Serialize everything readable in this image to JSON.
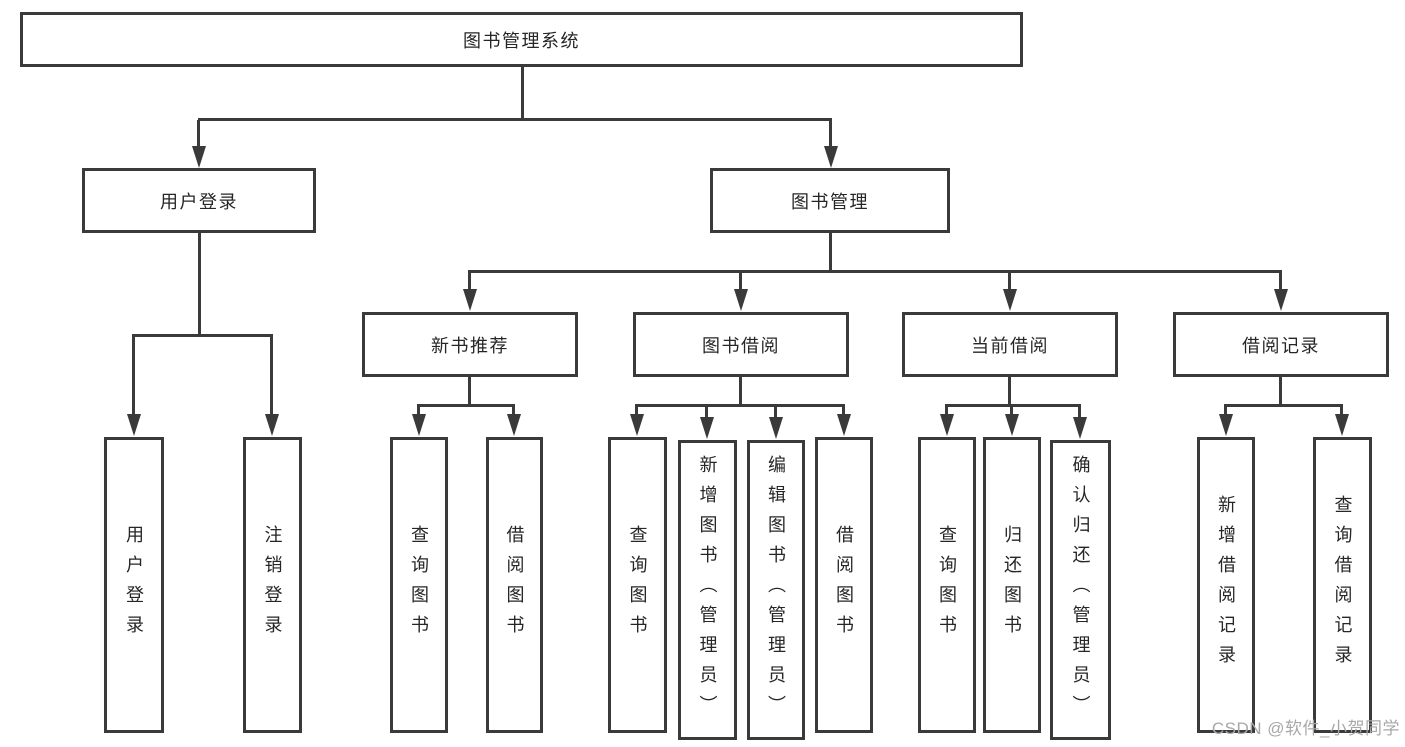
{
  "diagram": {
    "title": "图书管理系统",
    "level2": [
      {
        "label": "用户登录"
      },
      {
        "label": "图书管理"
      }
    ],
    "level3": [
      {
        "label": "新书推荐",
        "parent": "图书管理"
      },
      {
        "label": "图书借阅",
        "parent": "图书管理"
      },
      {
        "label": "当前借阅",
        "parent": "图书管理"
      },
      {
        "label": "借阅记录",
        "parent": "图书管理"
      }
    ],
    "leaves": [
      {
        "label": "用户登录",
        "parent": "用户登录"
      },
      {
        "label": "注销登录",
        "parent": "用户登录"
      },
      {
        "label": "查询图书",
        "parent": "新书推荐"
      },
      {
        "label": "借阅图书",
        "parent": "新书推荐"
      },
      {
        "label": "查询图书",
        "parent": "图书借阅"
      },
      {
        "label": "新增图书（管理员）",
        "parent": "图书借阅"
      },
      {
        "label": "编辑图书（管理员）",
        "parent": "图书借阅"
      },
      {
        "label": "借阅图书",
        "parent": "图书借阅"
      },
      {
        "label": "查询图书",
        "parent": "当前借阅"
      },
      {
        "label": "归还图书",
        "parent": "当前借阅"
      },
      {
        "label": "确认归还（管理员）",
        "parent": "当前借阅"
      },
      {
        "label": "新增借阅记录",
        "parent": "借阅记录"
      },
      {
        "label": "查询借阅记录",
        "parent": "借阅记录"
      }
    ],
    "colors": {
      "line": "#3a3a3a",
      "text": "#262626",
      "background": "#ffffff",
      "watermark": "#a8a8a8"
    }
  },
  "watermark": "CSDN @软件_小贺同学"
}
